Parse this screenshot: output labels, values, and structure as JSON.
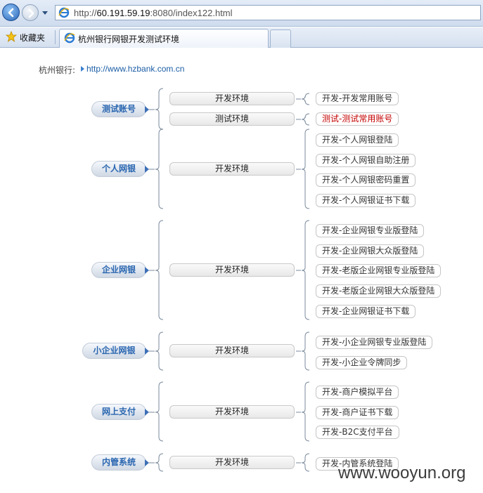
{
  "browser": {
    "url_prefix": "http://",
    "url_host": "60.191.59.19",
    "url_suffix": ":8080/index122.html",
    "favorites_label": "收藏夹",
    "tab_title": "杭州银行网银开发测试环境"
  },
  "page": {
    "bank_label": "杭州银行:",
    "bank_link": "http://www.hzbank.com.cn"
  },
  "groups": [
    {
      "category": "测试账号",
      "envs": [
        "开发环境",
        "测试环境"
      ],
      "links": [
        "开发-开发常用账号",
        "测试-测试常用账号"
      ]
    },
    {
      "category": "个人网银",
      "envs": [
        "开发环境"
      ],
      "links": [
        "开发-个人网银登陆",
        "开发-个人网银自助注册",
        "开发-个人网银密码重置",
        "开发-个人网银证书下载"
      ]
    },
    {
      "category": "企业网银",
      "envs": [
        "开发环境"
      ],
      "links": [
        "开发-企业网银专业版登陆",
        "开发-企业网银大众版登陆",
        "开发-老版企业网银专业版登陆",
        "开发-老版企业网银大众版登陆",
        "开发-企业网银证书下载"
      ]
    },
    {
      "category": "小企业网银",
      "envs": [
        "开发环境"
      ],
      "links": [
        "开发-小企业网银专业版登陆",
        "开发-小企业令牌同步"
      ]
    },
    {
      "category": "网上支付",
      "envs": [
        "开发环境"
      ],
      "links": [
        "开发-商户模拟平台",
        "开发-商户证书下载",
        "开发-B2C支付平台"
      ]
    },
    {
      "category": "内管系统",
      "envs": [
        "开发环境"
      ],
      "links": [
        "开发-内管系统登陆"
      ]
    }
  ],
  "watermark": "www.wooyun.org",
  "colors": {
    "category_text": "#2a66b0",
    "highlight_link": "#c40000",
    "bracket": "#7a8a9c"
  }
}
